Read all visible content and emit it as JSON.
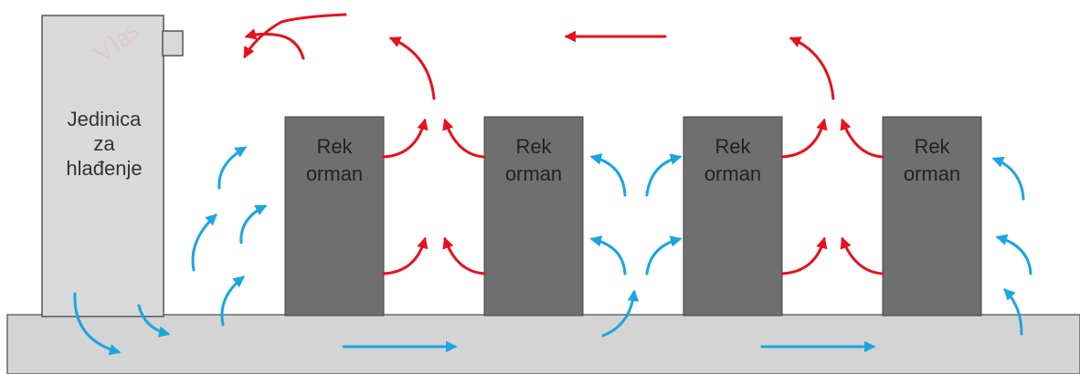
{
  "cooling_unit": {
    "label_lines": [
      "Jedinica",
      "za",
      "hlađenje"
    ]
  },
  "racks": [
    {
      "line1": "Rek",
      "line2": "orman"
    },
    {
      "line1": "Rek",
      "line2": "orman"
    },
    {
      "line1": "Rek",
      "line2": "orman"
    },
    {
      "line1": "Rek",
      "line2": "orman"
    }
  ],
  "watermark": "Vlas",
  "colors": {
    "hot_air": "#e8101e",
    "cold_air": "#1aa6df",
    "floor": "#d4d4d4",
    "rack": "#6f6f6f",
    "cooling_unit": "#d9d9d9",
    "outline": "#555555"
  }
}
